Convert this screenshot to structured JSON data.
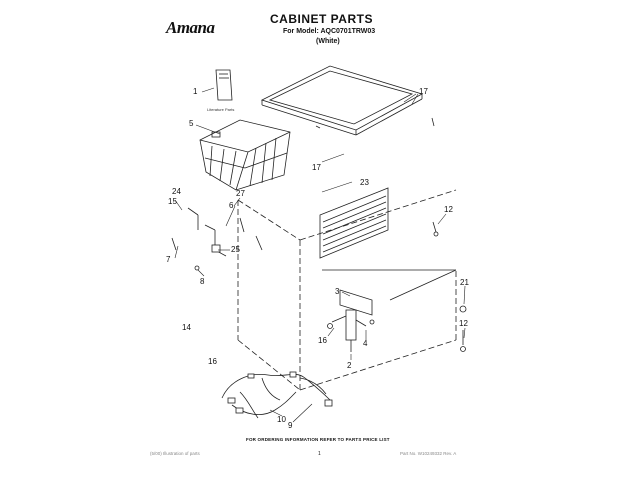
{
  "header": {
    "brand": "Amana",
    "title": "CABINET PARTS",
    "model_line": "For Model: AQC0701TRW03",
    "color_line": "(White)"
  },
  "diagram": {
    "literature_label": "Literature Parts",
    "callouts": {
      "c1": "1",
      "c5": "5",
      "c17a": "17",
      "c17b": "17",
      "c23": "23",
      "c24": "24",
      "c15": "15",
      "c27": "27",
      "c6": "6",
      "c25": "25",
      "c7": "7",
      "c8": "8",
      "c12a": "12",
      "c3": "3",
      "c21": "21",
      "c12b": "12",
      "c16a": "16",
      "c4": "4",
      "c2": "2",
      "c14": "14",
      "c16b": "16",
      "c10": "10",
      "c9": "9"
    }
  },
  "footer": {
    "ordering_note": "FOR ORDERING INFORMATION REFER TO PARTS PRICE LIST",
    "left_text": "(5/00) Illustration of parts",
    "page_number": "1",
    "right_text": "Part No. W10249332 Rev. A"
  }
}
